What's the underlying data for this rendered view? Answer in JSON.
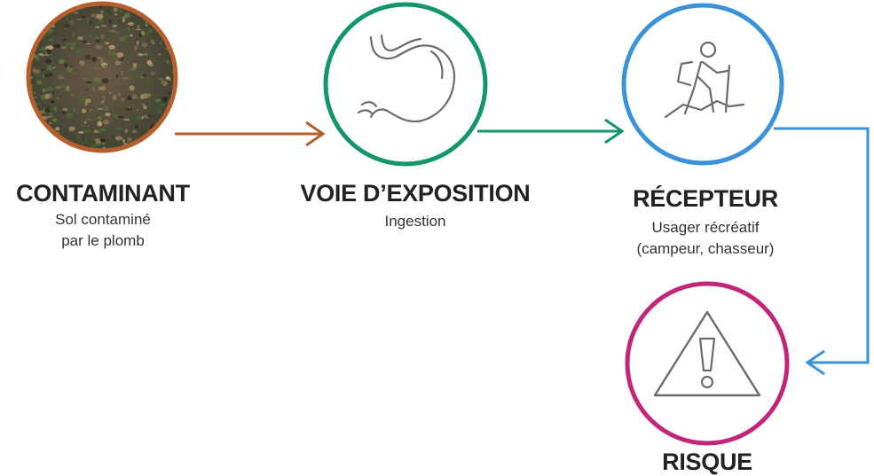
{
  "nodes": [
    {
      "id": "contaminant",
      "title": "CONTAMINANT",
      "lines": [
        "Sol contaminé",
        "par le plomb"
      ],
      "color": "#b5602c",
      "icon": "soil-photo"
    },
    {
      "id": "voie",
      "title": "VOIE D’EXPOSITION",
      "lines": [
        "Ingestion"
      ],
      "color": "#14966b",
      "icon": "stomach-icon"
    },
    {
      "id": "recepteur",
      "title": "RÉCEPTEUR",
      "lines": [
        "Usager récréatif",
        "(campeur, chasseur)"
      ],
      "color": "#3a93d6",
      "icon": "hiker-icon"
    },
    {
      "id": "risque",
      "title": "RISQUE",
      "lines": [],
      "color": "#c2267a",
      "icon": "warning-icon"
    }
  ],
  "colors": {
    "icon_stroke": "#6b6b6b",
    "text": "#222222"
  }
}
